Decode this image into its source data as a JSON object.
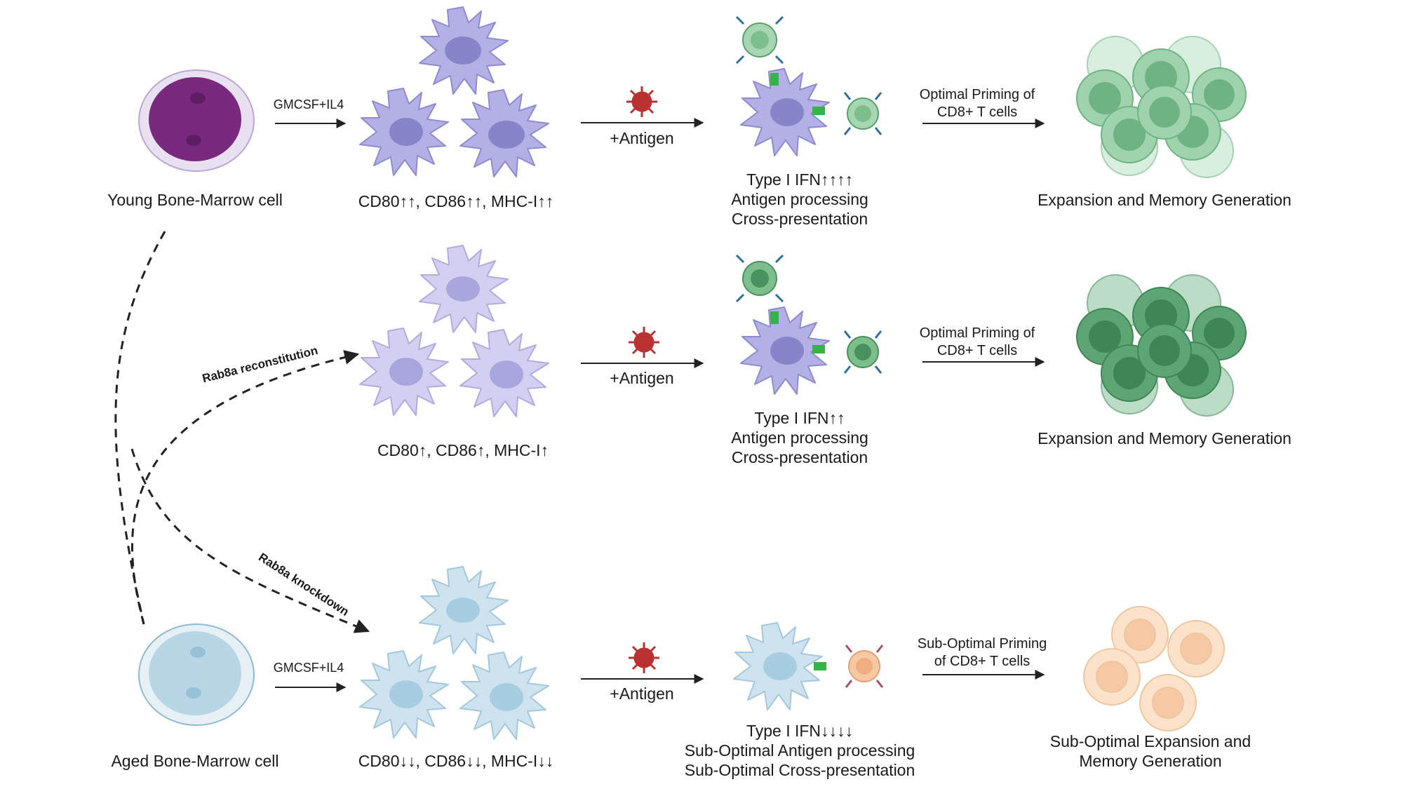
{
  "colors": {
    "young_nucleus": "#7a2a7e",
    "young_cell_body": "#e6dcf0",
    "dc_young": "#b3b0e6",
    "dc_young_nucleus": "#8784c9",
    "dc_recon": "#d2cff0",
    "dc_recon_nucleus": "#a9a5dd",
    "aged_cell": "#b9d6e6",
    "dc_aged": "#cfe3ee",
    "dc_aged_nucleus": "#a7cde0",
    "virus": "#b83232",
    "tcell_green": "#7cbf8c",
    "tcell_dark_green": "#4a9160",
    "tcell_orange": "#f7c9a3",
    "receptor_blue": "#2f6d9e",
    "arrow": "#222222"
  },
  "rows": [
    {
      "id": "young",
      "source_label": "Young Bone-Marrow cell",
      "culture_label": "GMCSF+IL4",
      "marker_label": "CD80↑↑, CD86↑↑, MHC-I↑↑",
      "antigen_label": "+Antigen",
      "priming_label": [
        "Optimal Priming of",
        "CD8+ T cells"
      ],
      "ifn_lines": [
        "Type I IFN↑↑↑↑",
        "Antigen processing",
        "Cross-presentation"
      ],
      "outcome_lines": [
        "Expansion and Memory Generation"
      ]
    },
    {
      "id": "reconstituted",
      "marker_label": "CD80↑, CD86↑, MHC-I↑",
      "antigen_label": "+Antigen",
      "priming_label": [
        "Optimal Priming of",
        "CD8+ T cells"
      ],
      "ifn_lines": [
        "Type I IFN↑↑",
        "Antigen processing",
        "Cross-presentation"
      ],
      "outcome_lines": [
        "Expansion and Memory Generation"
      ]
    },
    {
      "id": "aged",
      "source_label": "Aged Bone-Marrow cell",
      "culture_label": "GMCSF+IL4",
      "marker_label": "CD80↓↓, CD86↓↓, MHC-I↓↓",
      "antigen_label": "+Antigen",
      "priming_label": [
        "Sub-Optimal Priming",
        "of CD8+ T cells"
      ],
      "ifn_lines": [
        "Type I IFN↓↓↓↓",
        "Sub-Optimal Antigen processing",
        "Sub-Optimal Cross-presentation"
      ],
      "outcome_lines": [
        "Sub-Optimal Expansion and",
        "Memory Generation"
      ]
    }
  ],
  "curve_labels": {
    "reconstitution": "Rab8a reconstitution",
    "knockdown": "Rab8a knockdown"
  }
}
